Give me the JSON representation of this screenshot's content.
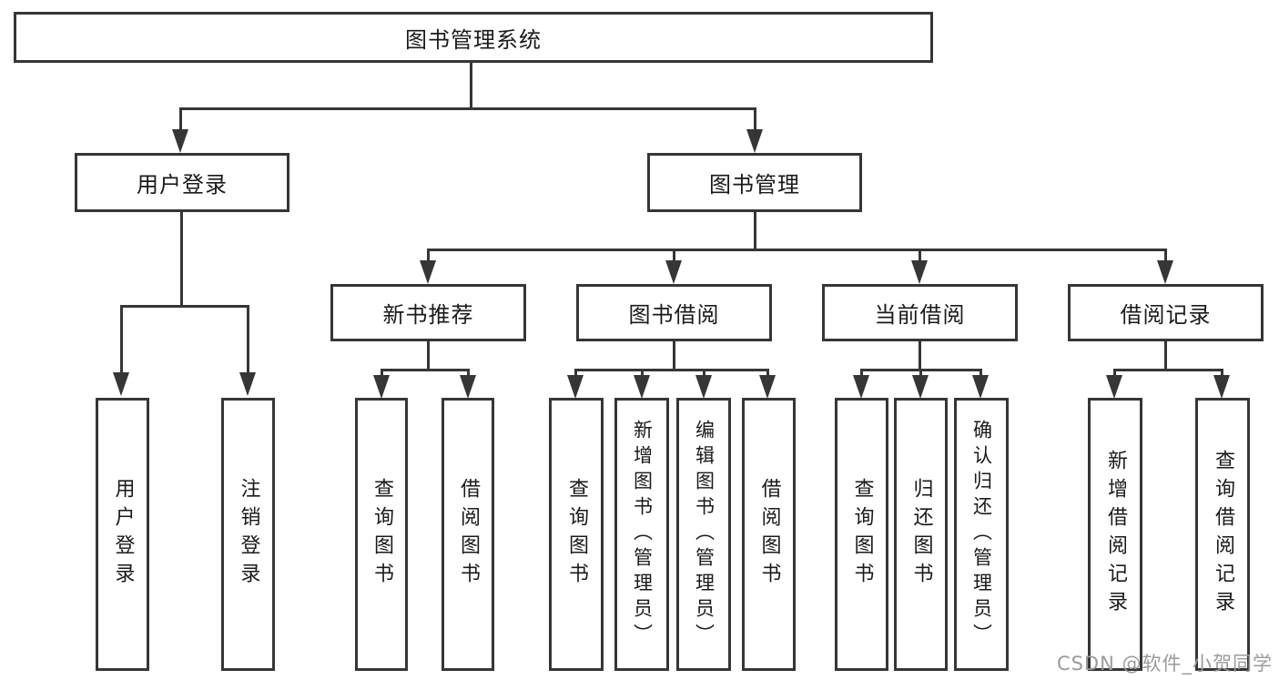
{
  "diagram_type": "hierarchy-flowchart",
  "tree": {
    "label": "图书管理系统",
    "children": [
      {
        "label": "用户登录",
        "children": [
          {
            "label": "用户登录"
          },
          {
            "label": "注销登录"
          }
        ]
      },
      {
        "label": "图书管理",
        "children": [
          {
            "label": "新书推荐",
            "children": [
              {
                "label": "查询图书"
              },
              {
                "label": "借阅图书"
              }
            ]
          },
          {
            "label": "图书借阅",
            "children": [
              {
                "label": "查询图书"
              },
              {
                "label": "新增图书（管理员）"
              },
              {
                "label": "编辑图书（管理员）"
              },
              {
                "label": "借阅图书"
              }
            ]
          },
          {
            "label": "当前借阅",
            "children": [
              {
                "label": "查询图书"
              },
              {
                "label": "归还图书"
              },
              {
                "label": "确认归还（管理员）"
              }
            ]
          },
          {
            "label": "借阅记录",
            "children": [
              {
                "label": "新增借阅记录"
              },
              {
                "label": "查询借阅记录"
              }
            ]
          }
        ]
      }
    ]
  },
  "watermark": "CSDN @软件_小贺同学",
  "colors": {
    "line": "#363636",
    "text": "#1a1a1a",
    "watermark": "#9b9b9b",
    "background": "#ffffff"
  }
}
